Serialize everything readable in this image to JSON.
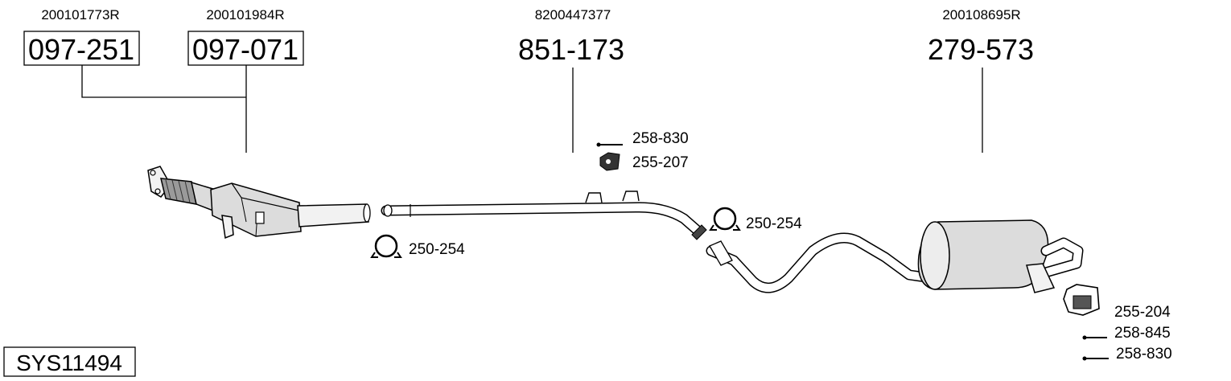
{
  "assemblies": [
    {
      "oem": "200101773R",
      "part": "097-251",
      "boxed": true
    },
    {
      "oem": "200101984R",
      "part": "097-071",
      "boxed": true
    },
    {
      "oem": "8200447377",
      "part": "851-173",
      "boxed": false
    },
    {
      "oem": "200108695R",
      "part": "279-573",
      "boxed": false
    }
  ],
  "accessories": {
    "bolt_top": "258-830",
    "mount_top": "255-207",
    "clamp_left": "250-254",
    "clamp_mid": "250-254",
    "mount_rear": "255-204",
    "bolt_rear_1": "258-845",
    "bolt_rear_2": "258-830"
  },
  "system_code": "SYS11494"
}
